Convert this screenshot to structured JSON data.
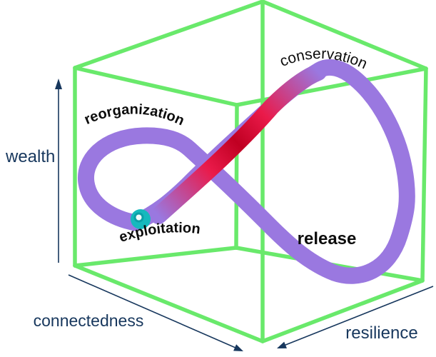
{
  "labels": {
    "stages": {
      "reorganization": "reorganization",
      "conservation": "conservation",
      "exploitation": "exploitation",
      "release": "release"
    },
    "axes": {
      "wealth": "wealth",
      "connectedness": "connectedness",
      "resilience": "resilience"
    }
  },
  "colors": {
    "cube_green": "#69e96b",
    "band_purple": "#9a78e0",
    "band_red": "#ea1a4a",
    "band_red_dark": "#c00022",
    "axis_navy": "#17375d",
    "stage_label_black": "#0c0c0c",
    "marker_teal": "#16b9bd",
    "marker_ring_teal": "#0d9fa6",
    "marker_hole_white": "#f2fbfb"
  }
}
